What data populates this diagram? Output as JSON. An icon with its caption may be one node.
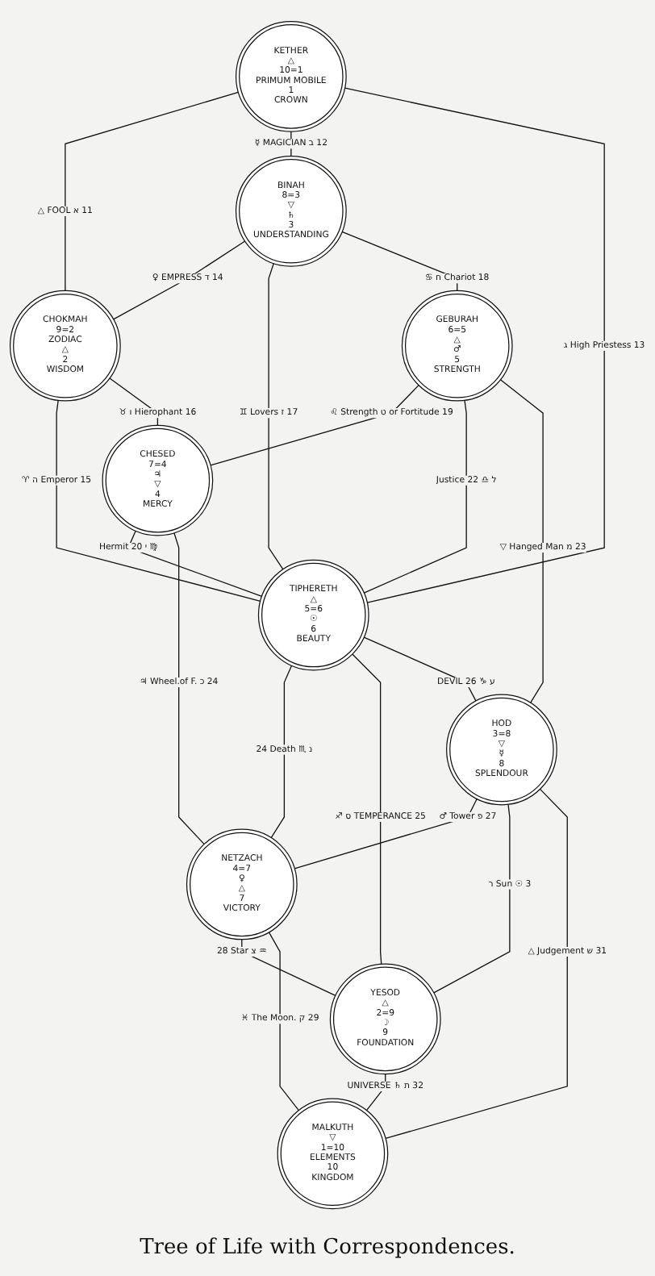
{
  "diagram": {
    "caption": "Tree of Life with Correspondences.",
    "nodes": [
      {
        "text": [
          "KETHER",
          "△",
          "10=1",
          "PRIMUM MOBILE",
          "1",
          "CROWN"
        ]
      },
      {
        "text": [
          "BINAH",
          "8=3",
          "▽",
          "♄",
          "3",
          "UNDERSTANDING"
        ]
      },
      {
        "text": [
          "CHOKMAH",
          "9=2",
          "ZODIAC",
          "△",
          "2",
          "WISDOM"
        ]
      },
      {
        "text": [
          "GEBURAH",
          "6=5",
          "△",
          "♂",
          "5",
          "STRENGTH"
        ]
      },
      {
        "text": [
          "CHESED",
          "7=4",
          "♃",
          "▽",
          "4",
          "MERCY"
        ]
      },
      {
        "text": [
          "TIPHERETH",
          "△",
          "5=6",
          "☉",
          "6",
          "BEAUTY"
        ]
      },
      {
        "text": [
          "HOD",
          "3=8",
          "▽",
          "☿",
          "8",
          "SPLENDOUR"
        ]
      },
      {
        "text": [
          "NETZACH",
          "4=7",
          "♀",
          "△",
          "7",
          "VICTORY"
        ]
      },
      {
        "text": [
          "YESOD",
          "△",
          "2=9",
          "☽",
          "9",
          "FOUNDATION"
        ]
      },
      {
        "text": [
          "MALKUTH",
          "▽",
          "1=10",
          "ELEMENTS",
          "10",
          "KINGDOM"
        ]
      }
    ],
    "edges": [
      {
        "from": 0,
        "to": 2,
        "arrow": "none",
        "label": "△ FOOL א 11"
      },
      {
        "from": 0,
        "to": 1,
        "arrow": "none",
        "label": "☿ MAGICIAN ב 12"
      },
      {
        "from": 0,
        "to": 5,
        "arrow": "none",
        "label": "ג High Priestess 13"
      },
      {
        "from": 1,
        "to": 2,
        "arrow": "none",
        "label": "♀ EMPRESS ד 14"
      },
      {
        "from": 2,
        "to": 5,
        "arrow": "none",
        "label": "♈ ה Emperor 15"
      },
      {
        "from": 2,
        "to": 4,
        "arrow": "none",
        "label": "♉ ו Hierophant 16"
      },
      {
        "from": 1,
        "to": 5,
        "arrow": "none",
        "label": "♊ Lovers ז 17"
      },
      {
        "from": 1,
        "to": 3,
        "arrow": "none",
        "label": "♋ ח Chariot 18"
      },
      {
        "from": 3,
        "to": 4,
        "arrow": "none",
        "label": "♌ Strength ט or Fortitude 19"
      },
      {
        "from": 4,
        "to": 5,
        "arrow": "none",
        "label": "Hermit 20 י ♍"
      },
      {
        "from": 4,
        "to": 7,
        "arrow": "none",
        "label": "♃ Wheel.of F. כ 24"
      },
      {
        "from": 3,
        "to": 5,
        "arrow": "none",
        "label": "Justice 22 ♎ ל"
      },
      {
        "from": 3,
        "to": 6,
        "arrow": "none",
        "label": "▽ Hanged Man מ 23"
      },
      {
        "from": 5,
        "to": 7,
        "arrow": "none",
        "label": "24 Death ♏ נ"
      },
      {
        "from": 5,
        "to": 8,
        "arrow": "none",
        "label": "♐ ס TEMPERANCE 25"
      },
      {
        "from": 5,
        "to": 6,
        "arrow": "none",
        "label": "DEVIL 26 ♑ ע"
      },
      {
        "from": 6,
        "to": 7,
        "arrow": "none",
        "label": "♂ Tower פ 27"
      },
      {
        "from": 7,
        "to": 8,
        "arrow": "none",
        "label": "28 Star צ ♒"
      },
      {
        "from": 7,
        "to": 9,
        "arrow": "none",
        "label": "♓ The Moon. ק 29"
      },
      {
        "from": 6,
        "to": 8,
        "arrow": "none",
        "label": "ר Sun ☉ 3"
      },
      {
        "from": 6,
        "to": 9,
        "arrow": "none",
        "label": "△ Judgement ש 31"
      },
      {
        "from": 8,
        "to": 9,
        "arrow": "none",
        "label": "UNIVERSE ♄ ת 32"
      }
    ]
  }
}
